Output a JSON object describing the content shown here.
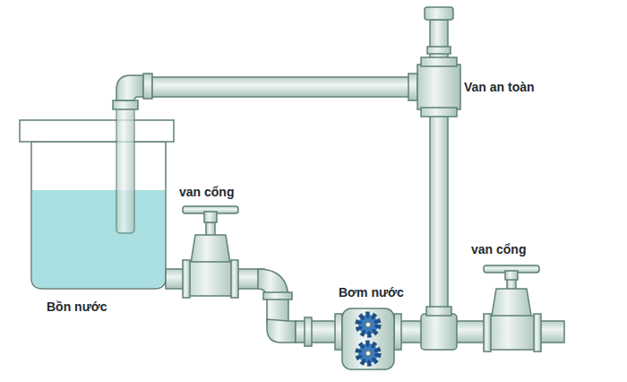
{
  "diagram": {
    "labels": [
      "Van an toàn",
      "van cổng",
      "van cổng",
      "Bơm nước",
      "Bồn nước"
    ]
  }
}
